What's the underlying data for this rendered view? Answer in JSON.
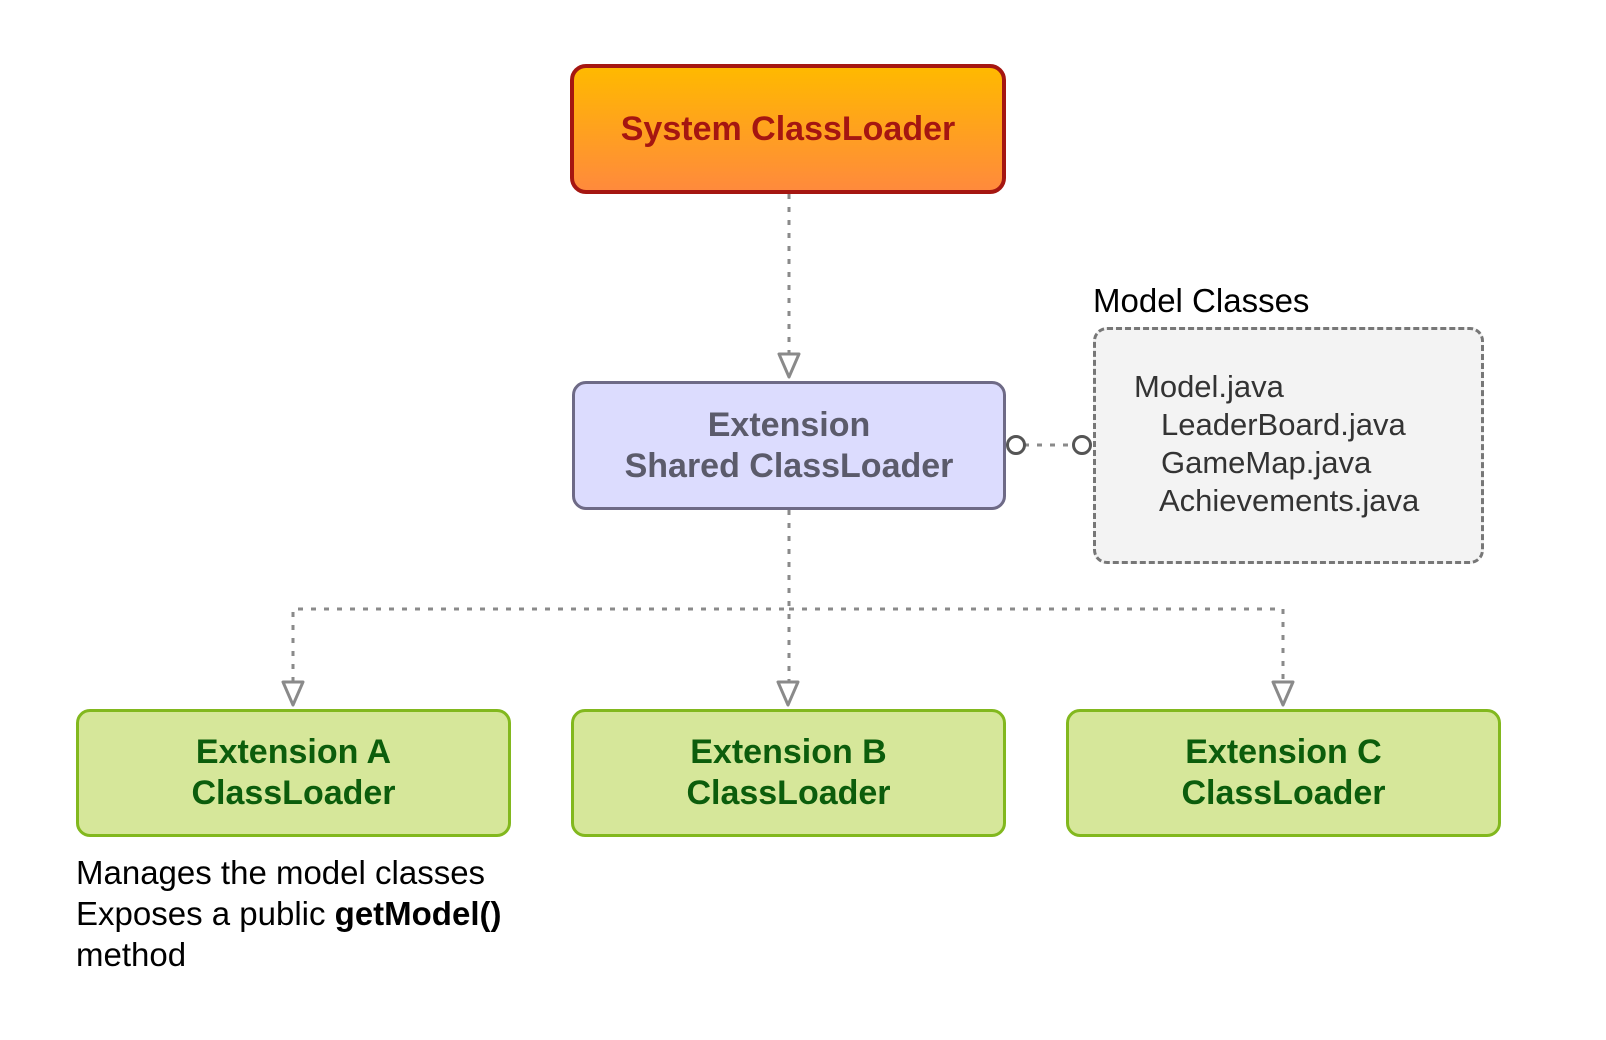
{
  "nodes": {
    "system": {
      "text": "System ClassLoader"
    },
    "shared": {
      "line1": "Extension",
      "line2": "Shared ClassLoader"
    },
    "ext_a": {
      "line1": "Extension A",
      "line2": "ClassLoader"
    },
    "ext_b": {
      "line1": "Extension B",
      "line2": "ClassLoader"
    },
    "ext_c": {
      "line1": "Extension C",
      "line2": "ClassLoader"
    }
  },
  "model_classes": {
    "title": "Model Classes",
    "files": [
      "Model.java",
      "LeaderBoard.java",
      "GameMap.java",
      "Achievements.java"
    ]
  },
  "note": {
    "line1": "Manages the model classes",
    "line2_prefix": "Exposes a public ",
    "line2_bold": "getModel()",
    "line3": "method"
  },
  "colors": {
    "connector": "#8a8a8a",
    "system_border": "#a51611",
    "system_fill_top": "#ffb900",
    "system_fill_bottom": "#ff8a3c",
    "shared_fill": "#dcdcfe",
    "shared_border": "#6e6a86",
    "extension_fill": "#d6e79a",
    "extension_border": "#82b81e",
    "extension_text": "#0c5d0c"
  }
}
